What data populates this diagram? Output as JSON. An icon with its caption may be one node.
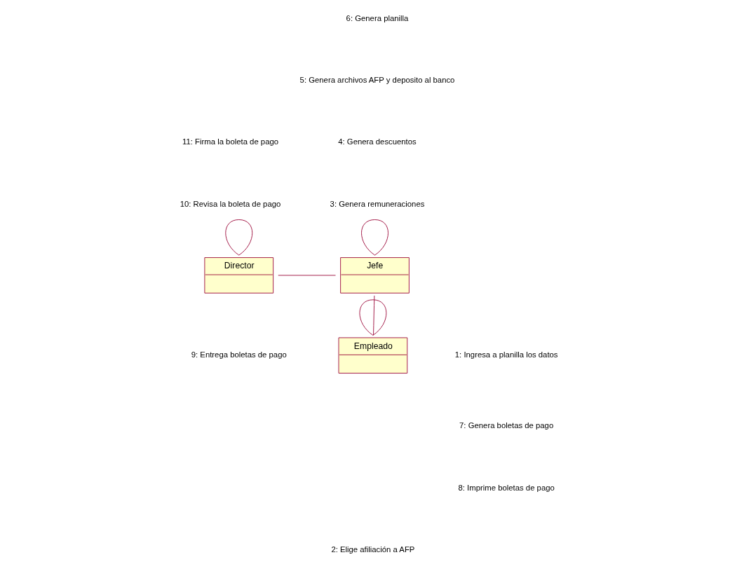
{
  "diagram": {
    "nodes": [
      {
        "text": [
          "Director"
        ]
      },
      {
        "text": [
          "Jefe"
        ]
      },
      {
        "text": [
          "Empleado"
        ]
      }
    ],
    "edges": [
      {
        "from": 0,
        "to": 0,
        "arrow": "none"
      },
      {
        "from": 1,
        "to": 1,
        "arrow": "none"
      },
      {
        "from": 0,
        "to": 1,
        "arrow": "none"
      },
      {
        "from": 1,
        "to": 2,
        "arrow": "none"
      },
      {
        "from": 2,
        "to": 2,
        "arrow": "none"
      }
    ],
    "labels": [
      "11: Firma la boleta de pago",
      "10: Revisa la boleta de pago",
      "6: Genera planilla",
      "5: Genera archivos AFP y deposito al banco",
      "4: Genera descuentos",
      "3: Genera remuneraciones",
      "9: Entrega boletas de pago",
      "1: Ingresa a planilla los datos",
      "7: Genera boletas de pago",
      "8: Imprime boletas de pago",
      "2: Elige afiliación a AFP"
    ]
  }
}
